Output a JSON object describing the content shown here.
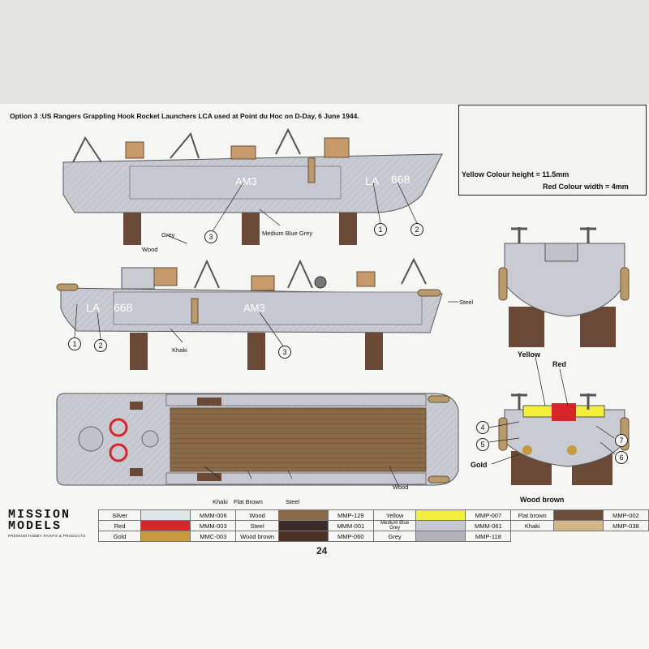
{
  "title": "Option 3 :US Rangers Grappling Hook Rocket Launchers LCA used at Point du Hoc on D-Day, 6 June 1944.",
  "inset": {
    "line1": "Yellow Colour  height = 11.5mm",
    "line2": "Red Colour width = 4mm"
  },
  "hull_markings": {
    "side_code": "AM3",
    "bow_letters": "LA",
    "bow_number": "668"
  },
  "labels": {
    "grey": "Grey",
    "wood_top": "Wood",
    "medium_blue_grey": "Medium Blue Grey",
    "steel_side": "Steel",
    "khaki_side": "Khaki",
    "khaki_plan": "Khaki",
    "flat_brown": "Flat Brown",
    "steel_plan": "Steel",
    "wood_plan": "Wood",
    "yellow": "Yellow",
    "red": "Red",
    "gold": "Gold",
    "wood_brown": "Wood brown"
  },
  "callouts": {
    "side1": [
      "3",
      "1",
      "2"
    ],
    "side2": [
      "1",
      "2",
      "3"
    ],
    "stern": [
      "4",
      "5",
      "6",
      "7"
    ]
  },
  "brand": {
    "line1": "MISSION",
    "line2": "MODELS",
    "sub": "PREMIUM HOBBY PAINTS & PRODUCTS"
  },
  "page_number": "24",
  "legend": [
    [
      {
        "name": "Silver",
        "color": "#dfe6ea",
        "code": "MMM-006"
      },
      {
        "name": "Wood",
        "color": "#8a6a46",
        "code": "MMP-129"
      },
      {
        "name": "Yellow",
        "color": "#f4ee3c",
        "code": "MMP-007"
      },
      {
        "name": "Flat brown",
        "color": "#6b4f3a",
        "code": "MMP-002"
      }
    ],
    [
      {
        "name": "Red",
        "color": "#d6252b",
        "code": "MMM-003"
      },
      {
        "name": "Steel",
        "color": "#3a2a2a",
        "code": "MMM-001"
      },
      {
        "name": "Medium Blue Grey",
        "color": "#c6c9d2",
        "code": "MMM-061"
      },
      {
        "name": "Khaki",
        "color": "#d1b789",
        "code": "MMP-038"
      }
    ],
    [
      {
        "name": "Gold",
        "color": "#c69a3d",
        "code": "MMC-003"
      },
      {
        "name": "Wood brown",
        "color": "#4a3024",
        "code": "MMP-060"
      },
      {
        "name": "Grey",
        "color": "#b0b3b8",
        "code": "MMP-118"
      }
    ]
  ]
}
